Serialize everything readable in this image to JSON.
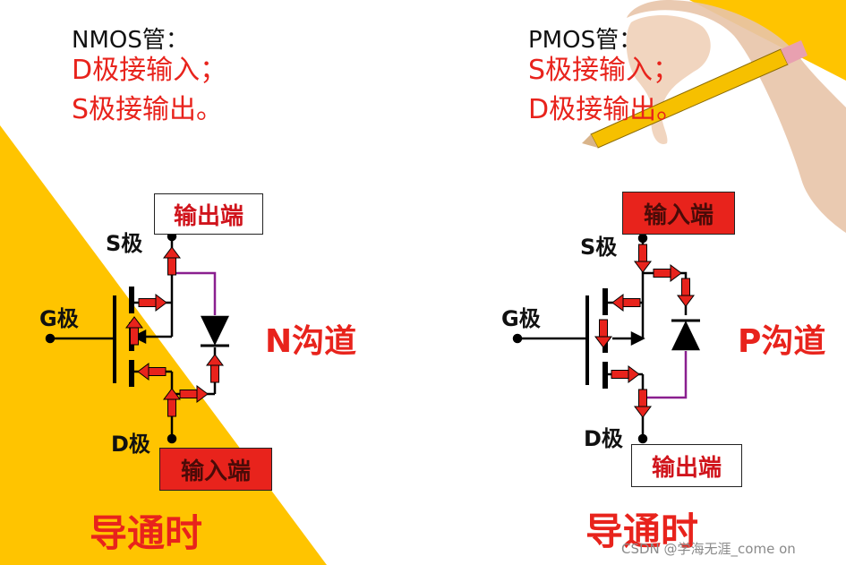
{
  "nmos": {
    "title": "NMOS管：",
    "line1": "D极接输入；",
    "line2": "S极接输出。",
    "s_label": "S极",
    "g_label": "G极",
    "d_label": "D极",
    "top_box": "输出端",
    "bottom_box": "输入端",
    "channel": "N沟道",
    "state": "导通时"
  },
  "pmos": {
    "title": "PMOS管：",
    "line1": "S极接输入；",
    "line2": "D极接输出。",
    "s_label": "S极",
    "g_label": "G极",
    "d_label": "D极",
    "top_box": "输入端",
    "bottom_box": "输出端",
    "channel": "P沟道",
    "state": "导通时"
  },
  "watermark": "CSDN @学海无涯_come on",
  "colors": {
    "accent_red": "#e8231c",
    "yellow": "#ffc400",
    "wire_purple": "#8a1f8f"
  }
}
